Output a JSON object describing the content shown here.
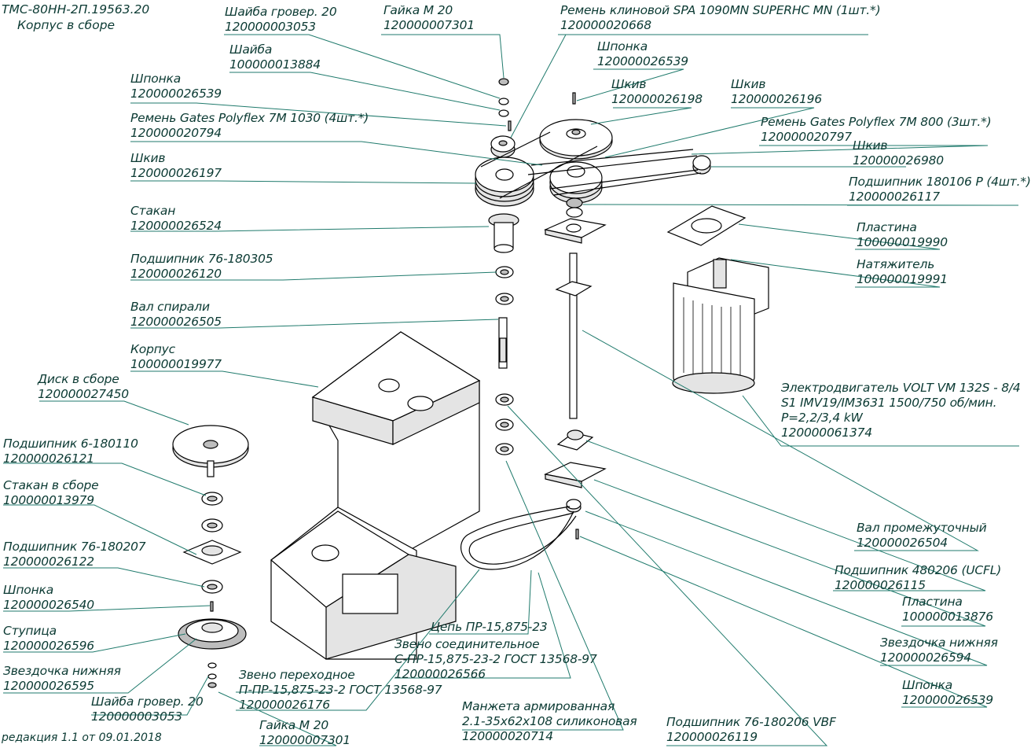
{
  "header": {
    "doc_number": "ТМС-80НН-2П.19563.20",
    "title": "Корпус в сборе"
  },
  "revision": "редакция 1.1 от 09.01.2018",
  "colors": {
    "leader": "#1f7a6c",
    "text": "#0b3a33",
    "part_stroke": "#000000"
  },
  "labels": [
    {
      "id": "shaiba-grover-top",
      "name": "Шайба гровер. 20",
      "code": "120000003053"
    },
    {
      "id": "gaika-top",
      "name": "Гайка М 20",
      "code": "120000007301"
    },
    {
      "id": "remen-spa",
      "name": "Ремень клиновой SPA 1090MN SUPERHC MN (1шт.*)",
      "code": "120000020668"
    },
    {
      "id": "shaiba",
      "name": "Шайба",
      "code": "100000013884"
    },
    {
      "id": "shponka-top-right",
      "name": "Шпонка",
      "code": "120000026539"
    },
    {
      "id": "shponka-left",
      "name": "Шпонка",
      "code": "120000026539"
    },
    {
      "id": "shkiv-26198",
      "name": "Шкив",
      "code": "120000026198"
    },
    {
      "id": "shkiv-26196",
      "name": "Шкив",
      "code": "120000026196"
    },
    {
      "id": "remen-gates-1030",
      "name": "Ремень Gates Polyflex 7M 1030 (4шт.*)",
      "code": "120000020794"
    },
    {
      "id": "remen-gates-800",
      "name": "Ремень Gates Polyflex 7M 800 (3шт.*)",
      "code": "120000020797"
    },
    {
      "id": "shkiv-26197",
      "name": "Шкив",
      "code": "120000026197"
    },
    {
      "id": "shkiv-26980",
      "name": "Шкив",
      "code": "120000026980"
    },
    {
      "id": "podsh-180106",
      "name": "Подшипник 180106 Р (4шт.*)",
      "code": "120000026117"
    },
    {
      "id": "stakan",
      "name": "Стакан",
      "code": "120000026524"
    },
    {
      "id": "plastina-19990",
      "name": "Пластина",
      "code": "100000019990"
    },
    {
      "id": "natyazhitel",
      "name": "Натяжитель",
      "code": "100000019991"
    },
    {
      "id": "podsh-76-180305",
      "name": "Подшипник 76-180305",
      "code": "120000026120"
    },
    {
      "id": "val-spirali",
      "name": "Вал спирали",
      "code": "120000026505"
    },
    {
      "id": "korpus",
      "name": "Корпус",
      "code": "100000019977"
    },
    {
      "id": "motor",
      "name": "Электродвигатель VOLT VM 132S - 8/4",
      "line2": "S1 IMV19/IM3631 1500/750 об/мин.",
      "line3": "P=2,2/3,4 kW",
      "code": "120000061374"
    },
    {
      "id": "disk",
      "name": "Диск в сборе",
      "code": "120000027450"
    },
    {
      "id": "podsh-6-180110",
      "name": "Подшипник 6-180110",
      "code": "120000026121"
    },
    {
      "id": "stakan-sbore",
      "name": "Стакан в сборе",
      "code": "100000013979"
    },
    {
      "id": "val-promezh",
      "name": "Вал промежуточный",
      "code": "120000026504"
    },
    {
      "id": "podsh-76-180207",
      "name": "Подшипник 76-180207",
      "code": "120000026122"
    },
    {
      "id": "podsh-480206",
      "name": "Подшипник 480206 (UCFL)",
      "code": "120000026115"
    },
    {
      "id": "shponka-26540",
      "name": "Шпонка",
      "code": "120000026540"
    },
    {
      "id": "plastina-13876",
      "name": "Пластина",
      "code": "100000013876"
    },
    {
      "id": "stupitsa",
      "name": "Ступица",
      "code": "120000026596"
    },
    {
      "id": "tsep",
      "name": "Цепь ПР-15,875-23",
      "code": ""
    },
    {
      "id": "zveno-soed",
      "name": "Звено соединительное",
      "line2": "С-ПР-15,875-23-2 ГОСТ 13568-97",
      "code": "120000026566"
    },
    {
      "id": "zvezd-nizh-right",
      "name": "Звездочка нижняя",
      "code": "120000026594"
    },
    {
      "id": "zvezd-nizh-left",
      "name": "Звездочка нижняя",
      "code": "120000026595"
    },
    {
      "id": "zveno-perehod",
      "name": "Звено переходное",
      "line2": "П-ПР-15,875-23-2 ГОСТ 13568-97",
      "code": "120000026176"
    },
    {
      "id": "shponka-bottom-right",
      "name": "Шпонка",
      "code": "120000026539"
    },
    {
      "id": "shaiba-grover-bottom",
      "name": "Шайба гровер. 20",
      "code": "120000003053"
    },
    {
      "id": "manzheta",
      "name": "Манжета армированная",
      "line2": "2.1-35х62х108 силиконовая",
      "code": "120000020714"
    },
    {
      "id": "gaika-bottom",
      "name": "Гайка М 20",
      "code": "120000007301"
    },
    {
      "id": "podsh-76-180206",
      "name": "Подшипник 76-180206 VBF",
      "code": "120000026119"
    }
  ]
}
